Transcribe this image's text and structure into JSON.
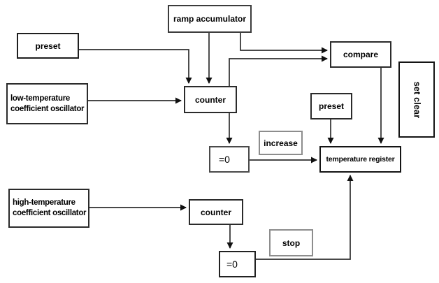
{
  "diagram": {
    "description": "Block diagram of a dual-oscillator temperature sensor",
    "nodes": {
      "ramp_accumulator": "ramp accumulator",
      "preset_top": "preset",
      "compare": "compare",
      "set_clear": "set clear",
      "low_temp_osc_line1": "low-temperature",
      "low_temp_osc_line2": "coefficient oscillator",
      "counter_top": "counter",
      "preset_mid": "preset",
      "increase": "increase",
      "eq0_top": "=0",
      "temperature_register": "temperature register",
      "high_temp_osc_line1": "high-temperature",
      "high_temp_osc_line2": "coefficient oscillator",
      "counter_bottom": "counter",
      "stop": "stop",
      "eq0_bottom": "=0"
    },
    "edges": [
      {
        "from": "preset (top)",
        "to": "counter (upper)"
      },
      {
        "from": "ramp accumulator",
        "to": "counter (upper)"
      },
      {
        "from": "ramp accumulator",
        "to": "compare"
      },
      {
        "from": "counter (upper)",
        "to": "compare"
      },
      {
        "from": "low-temperature coefficient oscillator",
        "to": "counter (upper)"
      },
      {
        "from": "counter (upper)",
        "to": "=0 (upper)"
      },
      {
        "from": "=0 (upper)",
        "to": "temperature register",
        "label": "increase"
      },
      {
        "from": "preset (middle)",
        "to": "temperature register"
      },
      {
        "from": "compare",
        "to": "temperature register"
      },
      {
        "from": "high-temperature coefficient oscillator",
        "to": "counter (lower)"
      },
      {
        "from": "counter (lower)",
        "to": "=0 (lower)"
      },
      {
        "from": "=0 (lower)",
        "to": "temperature register",
        "label": "stop"
      }
    ],
    "colors": {
      "background": "#ffffff",
      "line": "#2e2e2e",
      "box_border_dark": "#2b2b2b",
      "box_border_gray": "#8d8d8d",
      "text": "#000000"
    }
  }
}
